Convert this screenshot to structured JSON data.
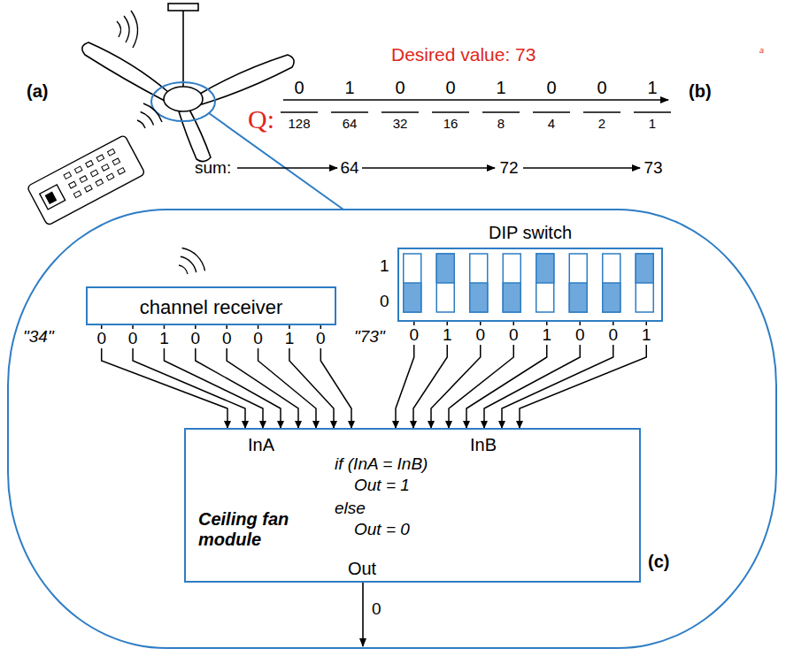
{
  "diagram": {
    "nodes": [
      {
        "text": [
          "(c)"
        ]
      },
      {
        "text": [
          "channel receiver"
        ],
        "in": 0
      },
      {
        "text": [
          "DIP switch"
        ],
        "in": 0
      },
      {
        "text": [
          "InA",
          "InB",
          "if (InA = InB)",
          "Out = 1",
          "else",
          "Out = 0",
          "Ceiling fan module",
          "Out"
        ],
        "in": 0
      }
    ],
    "edges": [
      {
        "from": 1,
        "to": 3,
        "arrow": "to",
        "label": "0"
      },
      {
        "from": 1,
        "to": 3,
        "arrow": "to",
        "label": "0"
      },
      {
        "from": 1,
        "to": 3,
        "arrow": "to",
        "label": "1"
      },
      {
        "from": 1,
        "to": 3,
        "arrow": "to",
        "label": "0"
      },
      {
        "from": 1,
        "to": 3,
        "arrow": "to",
        "label": "0"
      },
      {
        "from": 1,
        "to": 3,
        "arrow": "to",
        "label": "0"
      },
      {
        "from": 1,
        "to": 3,
        "arrow": "to",
        "label": "1"
      },
      {
        "from": 1,
        "to": 3,
        "arrow": "to",
        "label": "0"
      },
      {
        "from": 2,
        "to": 3,
        "arrow": "to",
        "label": "0"
      },
      {
        "from": 2,
        "to": 3,
        "arrow": "to",
        "label": "1"
      },
      {
        "from": 2,
        "to": 3,
        "arrow": "to",
        "label": "0"
      },
      {
        "from": 2,
        "to": 3,
        "arrow": "to",
        "label": "0"
      },
      {
        "from": 2,
        "to": 3,
        "arrow": "to",
        "label": "1"
      },
      {
        "from": 2,
        "to": 3,
        "arrow": "to",
        "label": "0"
      },
      {
        "from": 2,
        "to": 3,
        "arrow": "to",
        "label": "0"
      },
      {
        "from": 2,
        "to": 3,
        "arrow": "to",
        "label": "1"
      }
    ],
    "labels": [
      "(a)",
      "Desired value: 73",
      "a",
      "Q:",
      "0",
      "1",
      "0",
      "0",
      "1",
      "0",
      "0",
      "1",
      "128",
      "64",
      "32",
      "16",
      "8",
      "4",
      "2",
      "1",
      "(b)",
      "sum:",
      "64",
      "72",
      "73",
      "1",
      "0",
      "\"34\"",
      "\"73\"",
      "0"
    ]
  }
}
